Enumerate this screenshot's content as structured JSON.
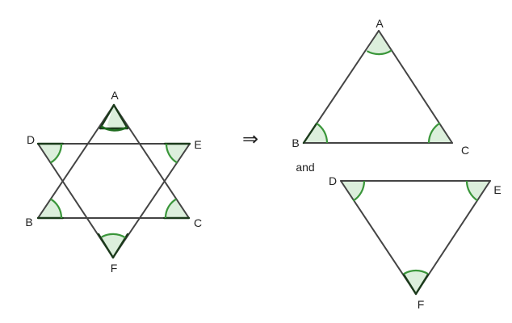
{
  "figure1": {
    "vertices": {
      "A": "A",
      "B": "B",
      "C": "C",
      "D": "D",
      "E": "E",
      "F": "F"
    }
  },
  "arrow": "⇒",
  "figure2": {
    "top_triangle": {
      "A": "A",
      "B": "B",
      "C": "C"
    },
    "connector": "and",
    "bottom_triangle": {
      "D": "D",
      "E": "E",
      "F": "F"
    }
  },
  "colors": {
    "edge": "#444444",
    "angle_fill": "#dcefdc",
    "angle_arc": "#3a963a"
  }
}
